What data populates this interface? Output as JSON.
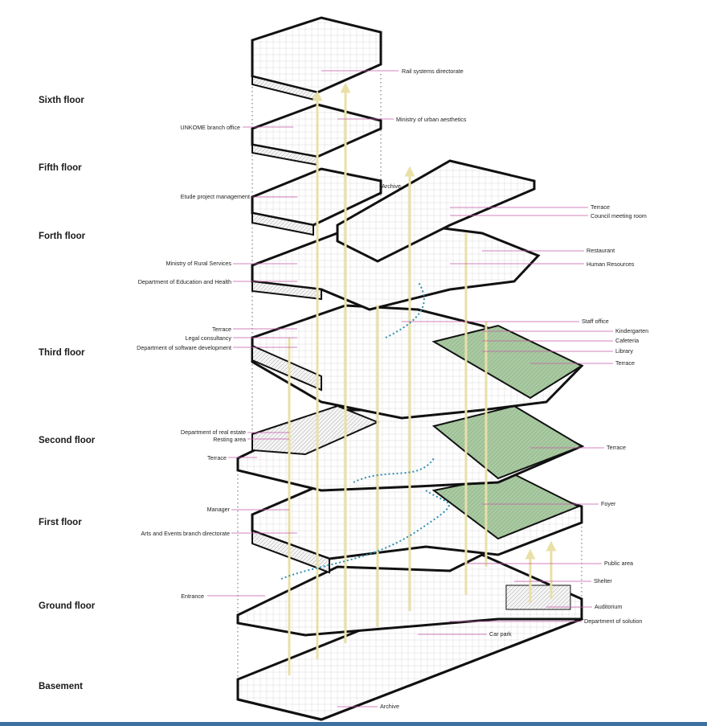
{
  "floors": [
    "Sixth floor",
    "Fifth floor",
    "Forth floor",
    "Third floor",
    "Second floor",
    "First floor",
    "Ground floor",
    "Basement"
  ],
  "labels_left": [
    "UNKOME branch office",
    "Etude project management",
    "Ministry of Rural Services",
    "Department of Education and Health",
    "Terrace",
    "Legal consultancy",
    "Department of software development",
    "Department of real estate",
    "Resting area",
    "Terrace",
    "Manager",
    "Arts and Events branch directorate",
    "Entrance"
  ],
  "labels_right": [
    "Rail systems directorate",
    "Ministry of urban aesthetics",
    "Archive",
    "Terrace",
    "Council meeting room",
    "Restaurant",
    "Human Resources",
    "Staff office",
    "Kindergarten",
    "Cafeteria",
    "Library",
    "Terrace",
    "Terrace",
    "Foyer",
    "Public area",
    "Shelter",
    "Auditorium",
    "Department of solution",
    "Car park",
    "Archive"
  ],
  "colors": {
    "leader_line": "#c45aa8",
    "circulation": "#2f8fb0",
    "vertical_core": "#e8e0a6",
    "green_roof": "#8fb88a",
    "bottom_bar": "#3d6fa1"
  }
}
